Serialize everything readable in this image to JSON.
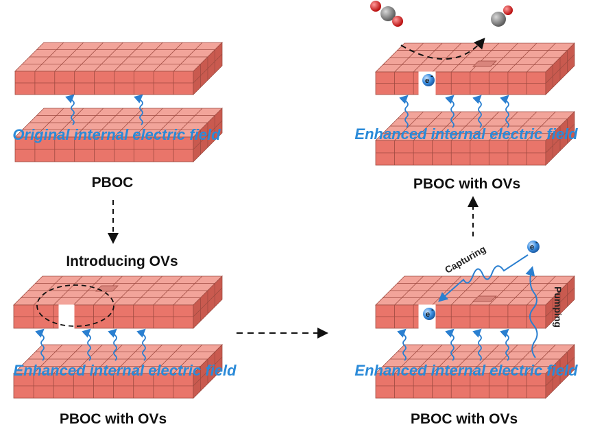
{
  "panels": {
    "top_left": {
      "field_label": "Original internal electric field",
      "caption": "PBOC"
    },
    "bottom_left": {
      "field_label": "Enhanced internal electric field",
      "caption": "PBOC with OVs"
    },
    "bottom_right": {
      "field_label": "Enhanced internal electric field",
      "caption": "PBOC with OVs"
    },
    "top_right": {
      "field_label": "Enhanced internal electric field",
      "caption": "PBOC with OVs"
    }
  },
  "step_label": "Introducing OVs",
  "annotations": {
    "capturing": "Capturing",
    "pumping": "Pumping",
    "electron": "e"
  },
  "colors": {
    "brick_top": "#f2a49a",
    "brick_front": "#e9756a",
    "brick_side": "#c95a4f",
    "mortar": "#9e4a40",
    "field_text": "#2a8ad8",
    "field_arrow": "#2a7fd0",
    "electron": "#3c8ee0",
    "oxygen": "#d61f1f",
    "carbon": "#8a8a8a"
  }
}
